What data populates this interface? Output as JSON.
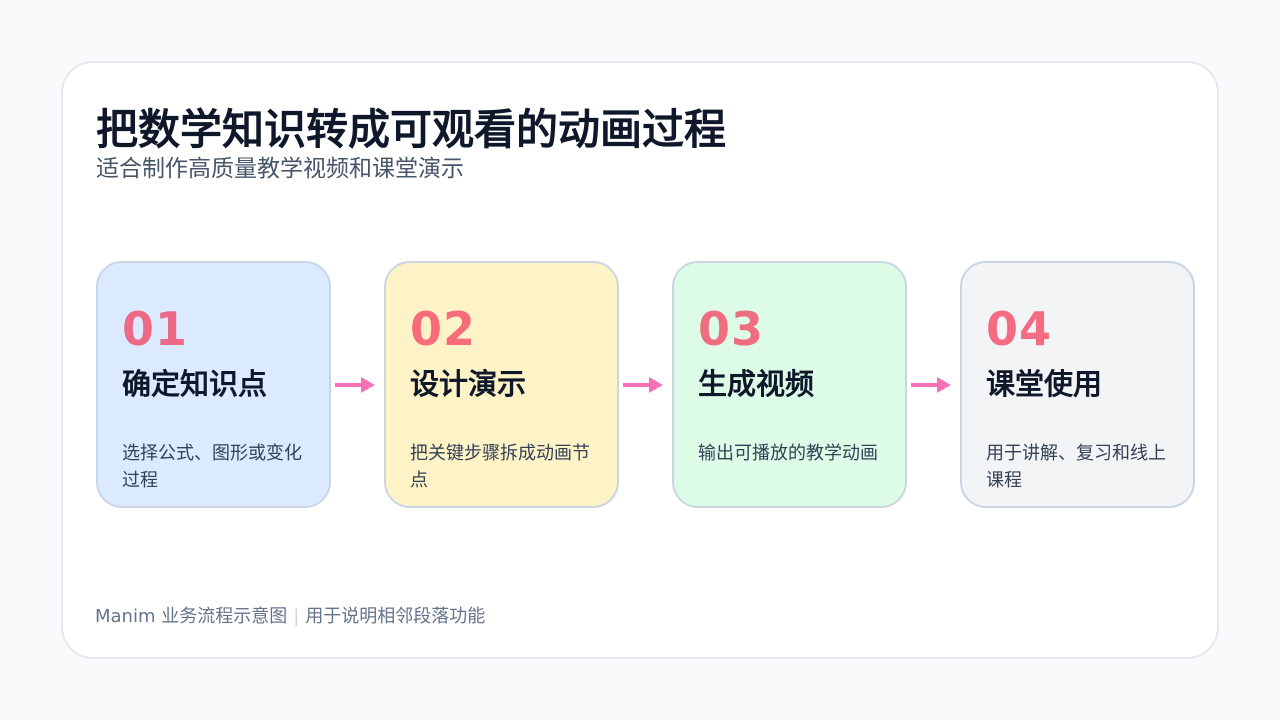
{
  "title": "把数学知识转成可观看的动画过程",
  "subtitle": "适合制作高质量教学视频和课堂演示",
  "steps": [
    {
      "num": "01",
      "title": "确定知识点",
      "desc": "选择公式、图形或变化过程",
      "bg": "#dbeafe"
    },
    {
      "num": "02",
      "title": "设计演示",
      "desc": "把关键步骤拆成动画节点",
      "bg": "#fef3c7"
    },
    {
      "num": "03",
      "title": "生成视频",
      "desc": "输出可播放的教学动画",
      "bg": "#dcfce7"
    },
    {
      "num": "04",
      "title": "课堂使用",
      "desc": "用于讲解、复习和线上课程",
      "bg": "#f3f4f6"
    }
  ],
  "arrow_color": "#f472b6",
  "footer": {
    "left": "Manim 业务流程示意图",
    "separator": "|",
    "right": "用于说明相邻段落功能"
  }
}
